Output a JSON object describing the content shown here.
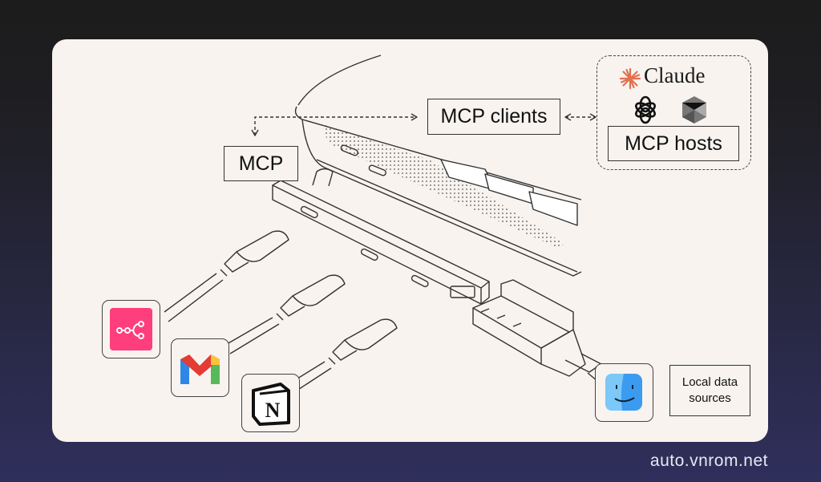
{
  "labels": {
    "mcp": "MCP",
    "mcp_clients": "MCP clients",
    "mcp_hosts": "MCP hosts",
    "claude": "Claude",
    "local_data_sources": "Local data sources"
  },
  "icons": [
    "claude-logo",
    "openai-logo",
    "cursor-logo",
    "n8n-logo",
    "gmail-logo",
    "notion-logo",
    "finder-logo"
  ],
  "colors": {
    "claude": "#e0714f",
    "n8n": "#ff3e7d",
    "card": "#f8f3ef"
  },
  "watermark": "auto.vnrom.net"
}
